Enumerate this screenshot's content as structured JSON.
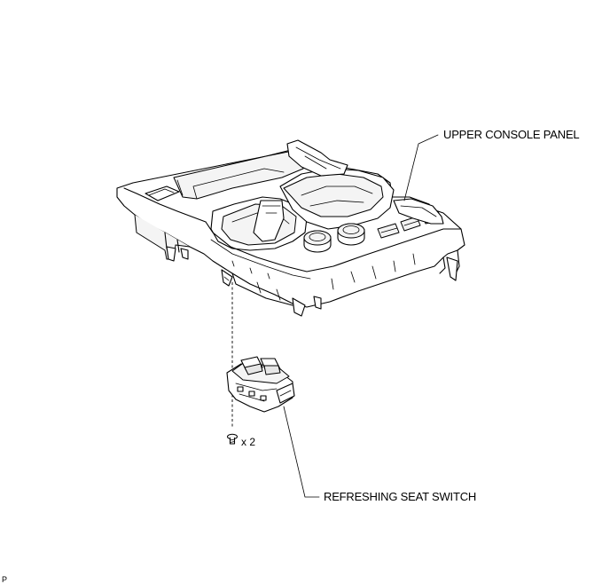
{
  "labels": {
    "upper_console_panel": "UPPER CONSOLE PANEL",
    "refreshing_seat_switch": "REFRESHING SEAT SWITCH",
    "screw_quantity": "x 2",
    "corner_mark": "P"
  },
  "icons": {
    "screw": "screw-icon"
  }
}
